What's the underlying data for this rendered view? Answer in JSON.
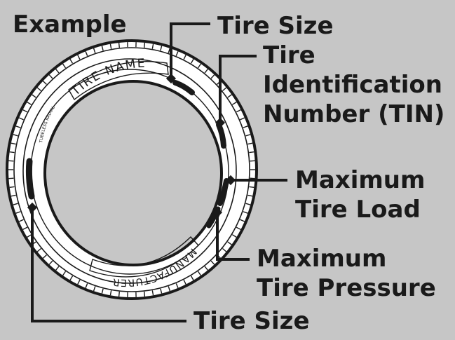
{
  "title": "Example",
  "tire": {
    "name_text": "TIRE NAME",
    "manufacturer_text": "MANUFACTURER",
    "type_text": "TUBELESS RADIAL"
  },
  "labels": {
    "tire_size_top": "Tire Size",
    "tin": [
      "Tire",
      "Identification",
      "Number (TIN)"
    ],
    "max_load": [
      "Maximum",
      "Tire Load"
    ],
    "max_pressure": [
      "Maximum",
      "Tire Pressure"
    ],
    "tire_size_bottom": "Tire Size"
  },
  "colors": {
    "background": "#c6c6c6",
    "tire": "#ffffff",
    "ink": "#1a1a1a"
  }
}
